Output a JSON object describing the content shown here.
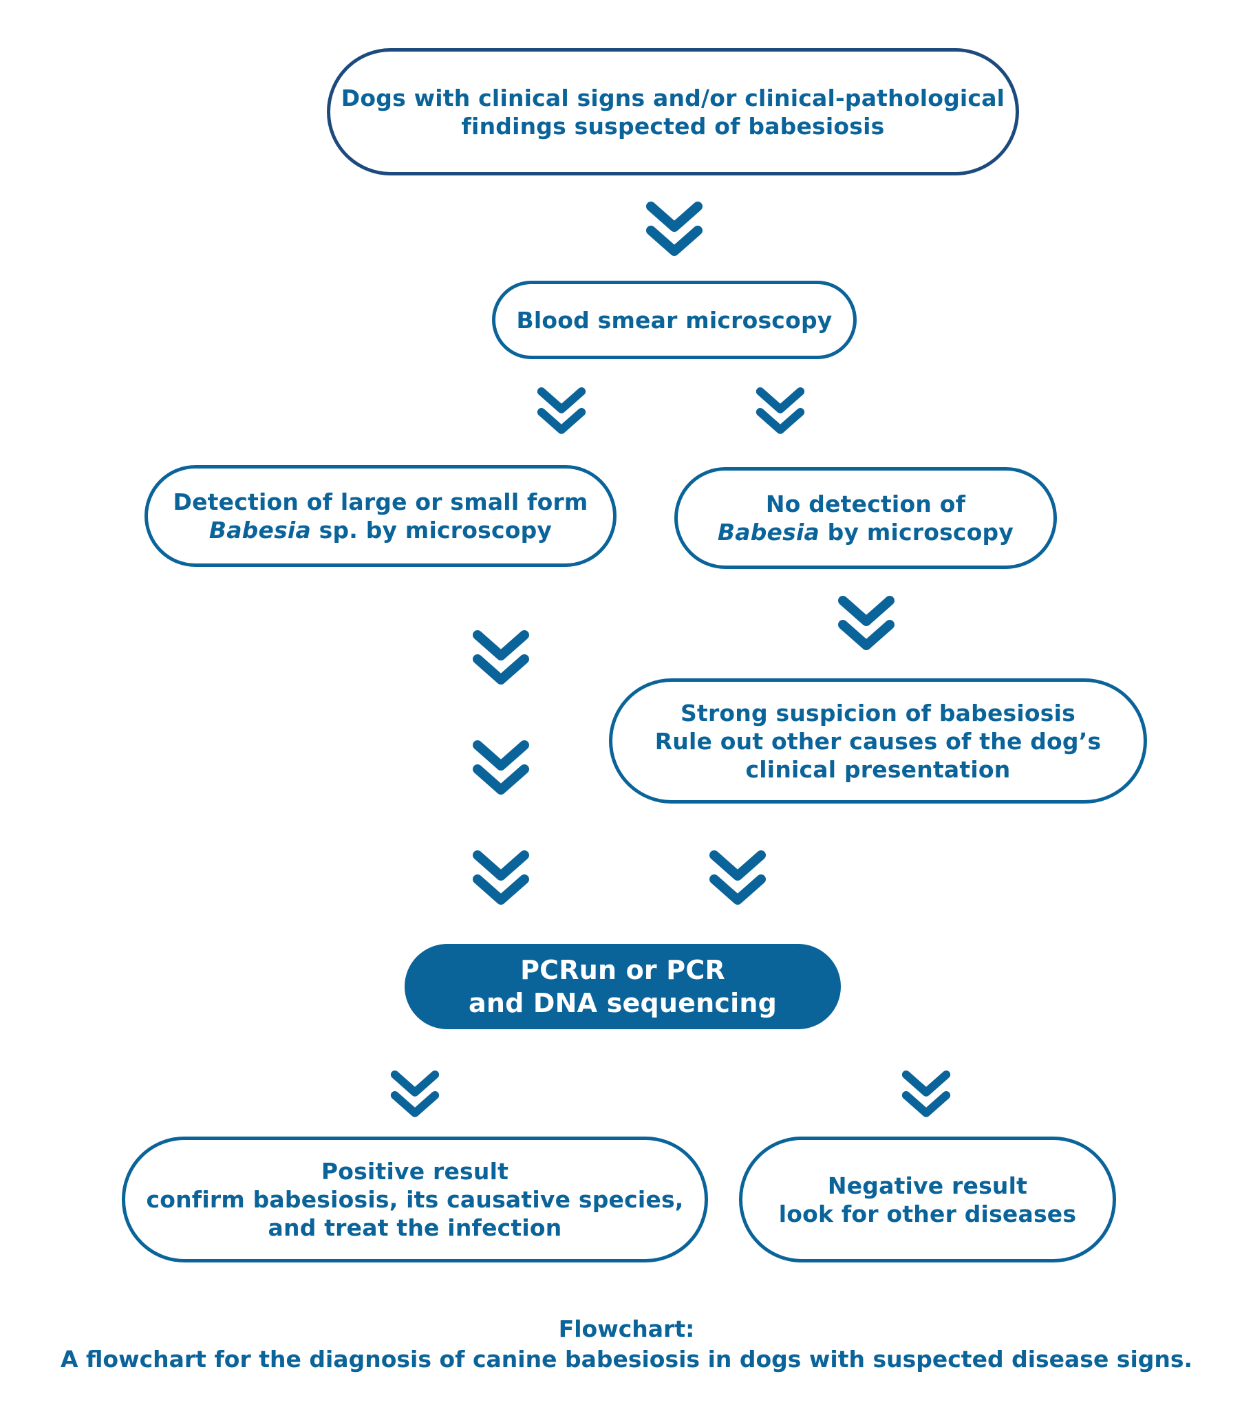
{
  "boxes": {
    "start": {
      "lines": [
        "Dogs with clinical signs and/or clinical-pathological",
        "findings suspected of babesiosis"
      ]
    },
    "smear": {
      "lines": [
        "Blood smear microscopy"
      ]
    },
    "detected": {
      "line1": "Detection of large or small form",
      "line2_italic": "Babesia",
      "line2_rest": " sp. by microscopy"
    },
    "not_detected": {
      "line1": "No detection of",
      "line2_italic": "Babesia",
      "line2_rest": " by microscopy"
    },
    "suspicion": {
      "lines": [
        "Strong suspicion of babesiosis",
        "Rule out other causes of the dog’s",
        "clinical presentation"
      ]
    },
    "pcr": {
      "lines": [
        "PCRun or PCR",
        "and DNA sequencing"
      ]
    },
    "positive": {
      "title": "Positive result",
      "lines": [
        "confirm babesiosis, its causative species,",
        "and treat the infection"
      ]
    },
    "negative": {
      "title": "Negative result",
      "lines": [
        "look for other diseases"
      ]
    }
  },
  "caption": {
    "title": "Flowchart:",
    "text": "A flowchart for the diagnosis of canine babesiosis in dogs with suspected disease signs."
  },
  "colors": {
    "primary": "#0a6399",
    "start_border": "#1d4a7c",
    "background": "#ffffff"
  },
  "icons": {
    "arrow": "double-chevron-down-icon"
  }
}
